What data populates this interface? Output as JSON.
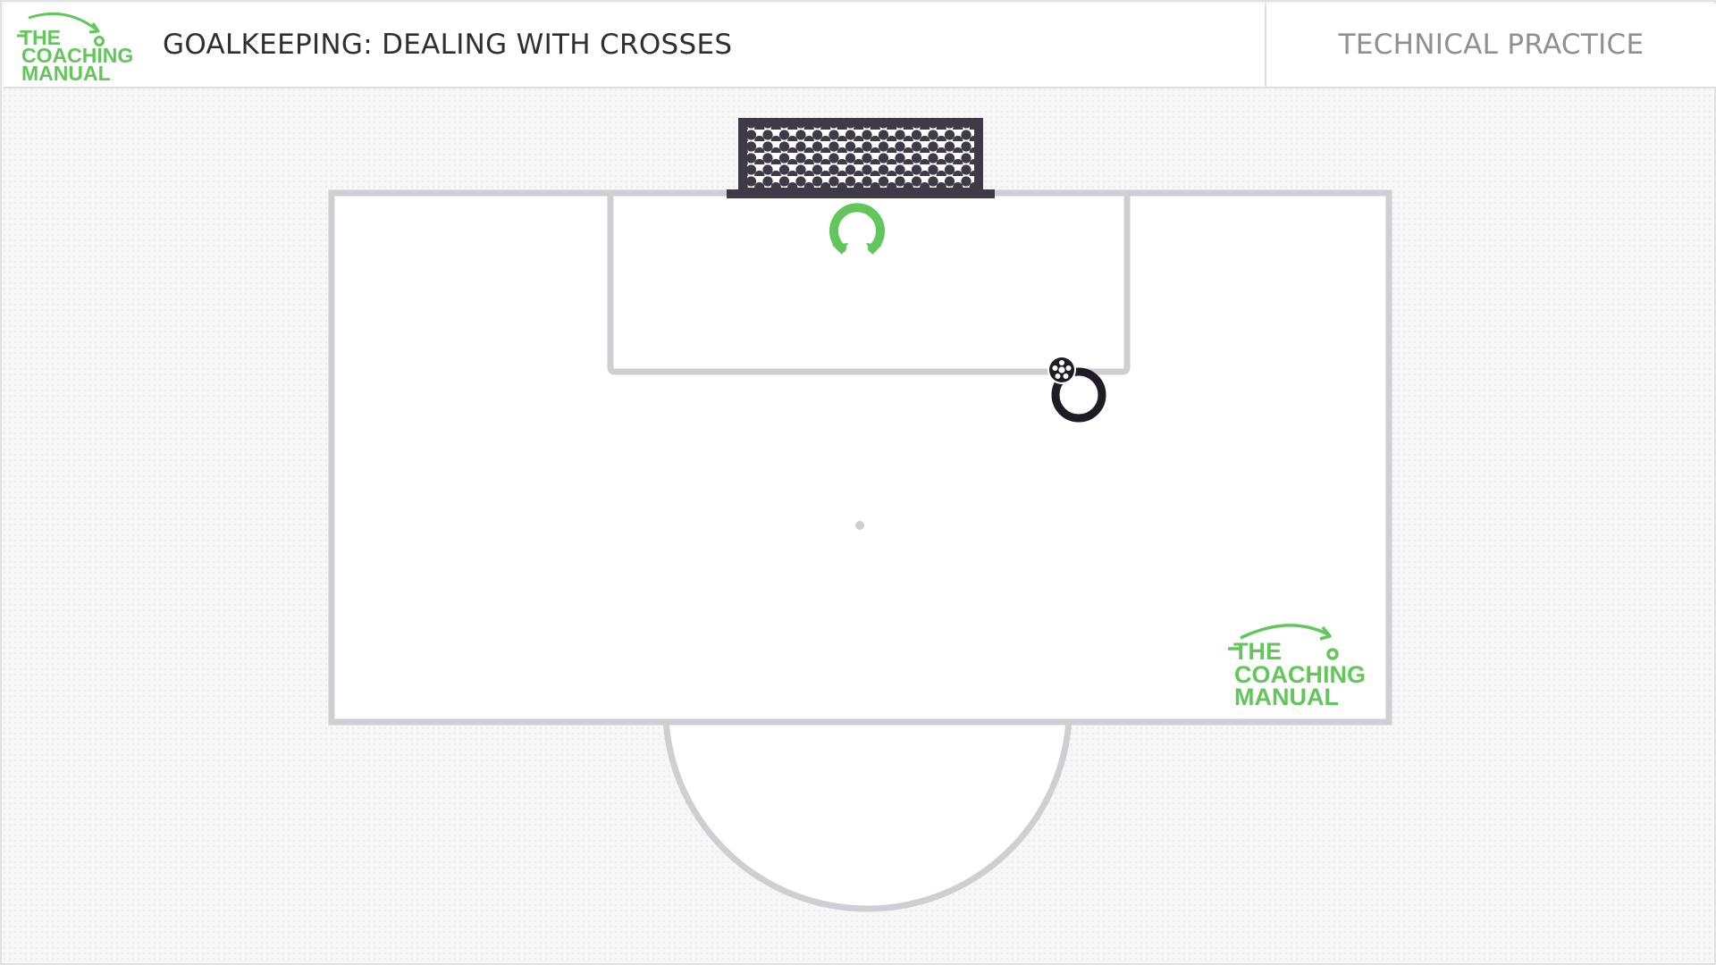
{
  "header": {
    "logo": {
      "line1": "THE",
      "line2": "COACHING",
      "line3": "MANUAL"
    },
    "title": "GOALKEEPING: DEALING WITH CROSSES",
    "session_type": "TECHNICAL PRACTICE"
  },
  "pitch": {
    "watermark": {
      "line1": "THE",
      "line2": "COACHING",
      "line3": "MANUAL"
    },
    "icons": {
      "goal": "goal-net-icon",
      "goalkeeper": "goalkeeper-marker-icon",
      "player": "player-marker-icon",
      "ball": "football-icon"
    }
  },
  "colors": {
    "brand_green": "#62c65b",
    "pitch_lines": "#cfcfd3",
    "goal_frame": "#3f3a47",
    "player": "#1f1c26",
    "title_text": "#2f2f33",
    "subtitle_text": "#8f8f94"
  }
}
